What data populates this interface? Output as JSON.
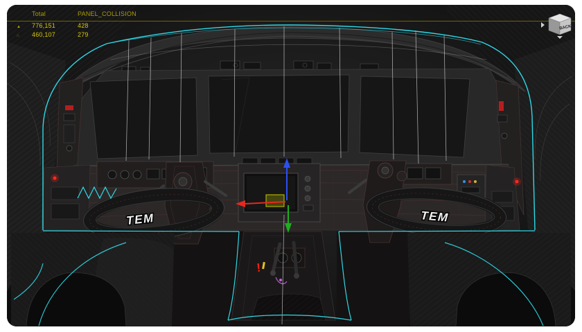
{
  "stats": {
    "header": {
      "total_label": "Total",
      "selection_label": "PANEL_COLLISION"
    },
    "rows": [
      {
        "icon": "▲",
        "total": "776,151",
        "selection": "428"
      },
      {
        "icon": "∴",
        "total": "460,107",
        "selection": "279"
      }
    ]
  },
  "viewcube": {
    "front_label": "BACK"
  },
  "scene": {
    "left_wheel_logo": "TEM",
    "right_wheel_logo": "TEM",
    "warning_mark": "!"
  },
  "colors": {
    "selection_outline": "#2fd9e8",
    "stats_text": "#cdbd00",
    "gizmo_x": "#e8281e",
    "gizmo_y": "#1fae1f",
    "gizmo_z": "#2b50f0",
    "gizmo_plane": "#c8c800",
    "warning_red": "#ff2012"
  }
}
